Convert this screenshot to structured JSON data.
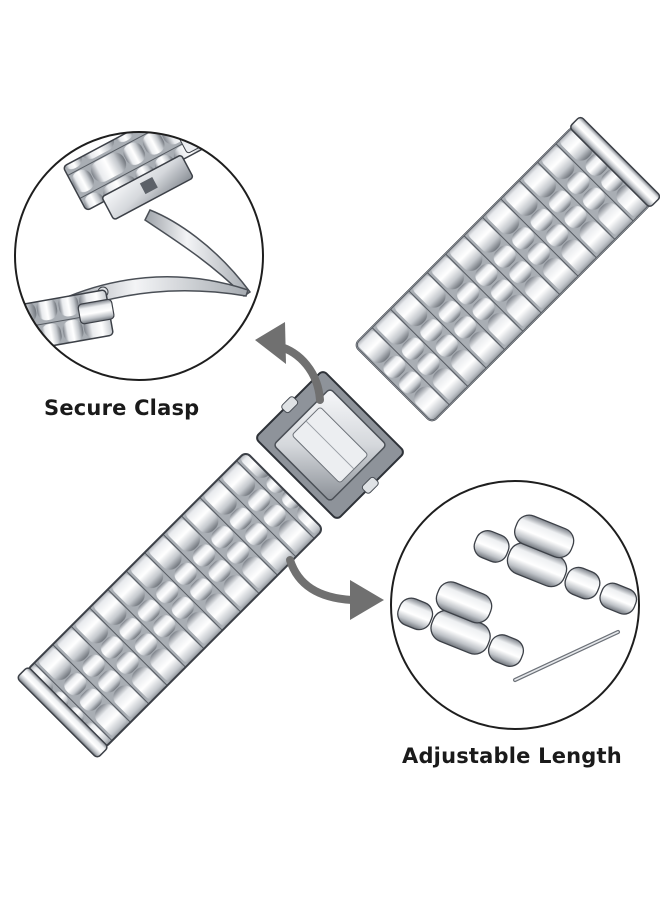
{
  "product": {
    "description": "Stainless steel three-link watch band with folding clasp",
    "colors": {
      "metal_light": "#f4f5f7",
      "metal_mid": "#c4c8cd",
      "metal_dark": "#7d828a",
      "outline": "#222222",
      "arrow": "#707070",
      "background": "#ffffff"
    }
  },
  "callouts": [
    {
      "id": "clasp",
      "label": "Secure Clasp",
      "icon": "folding-clasp-closeup"
    },
    {
      "id": "length",
      "label": "Adjustable Length",
      "icon": "removable-links-closeup"
    }
  ]
}
